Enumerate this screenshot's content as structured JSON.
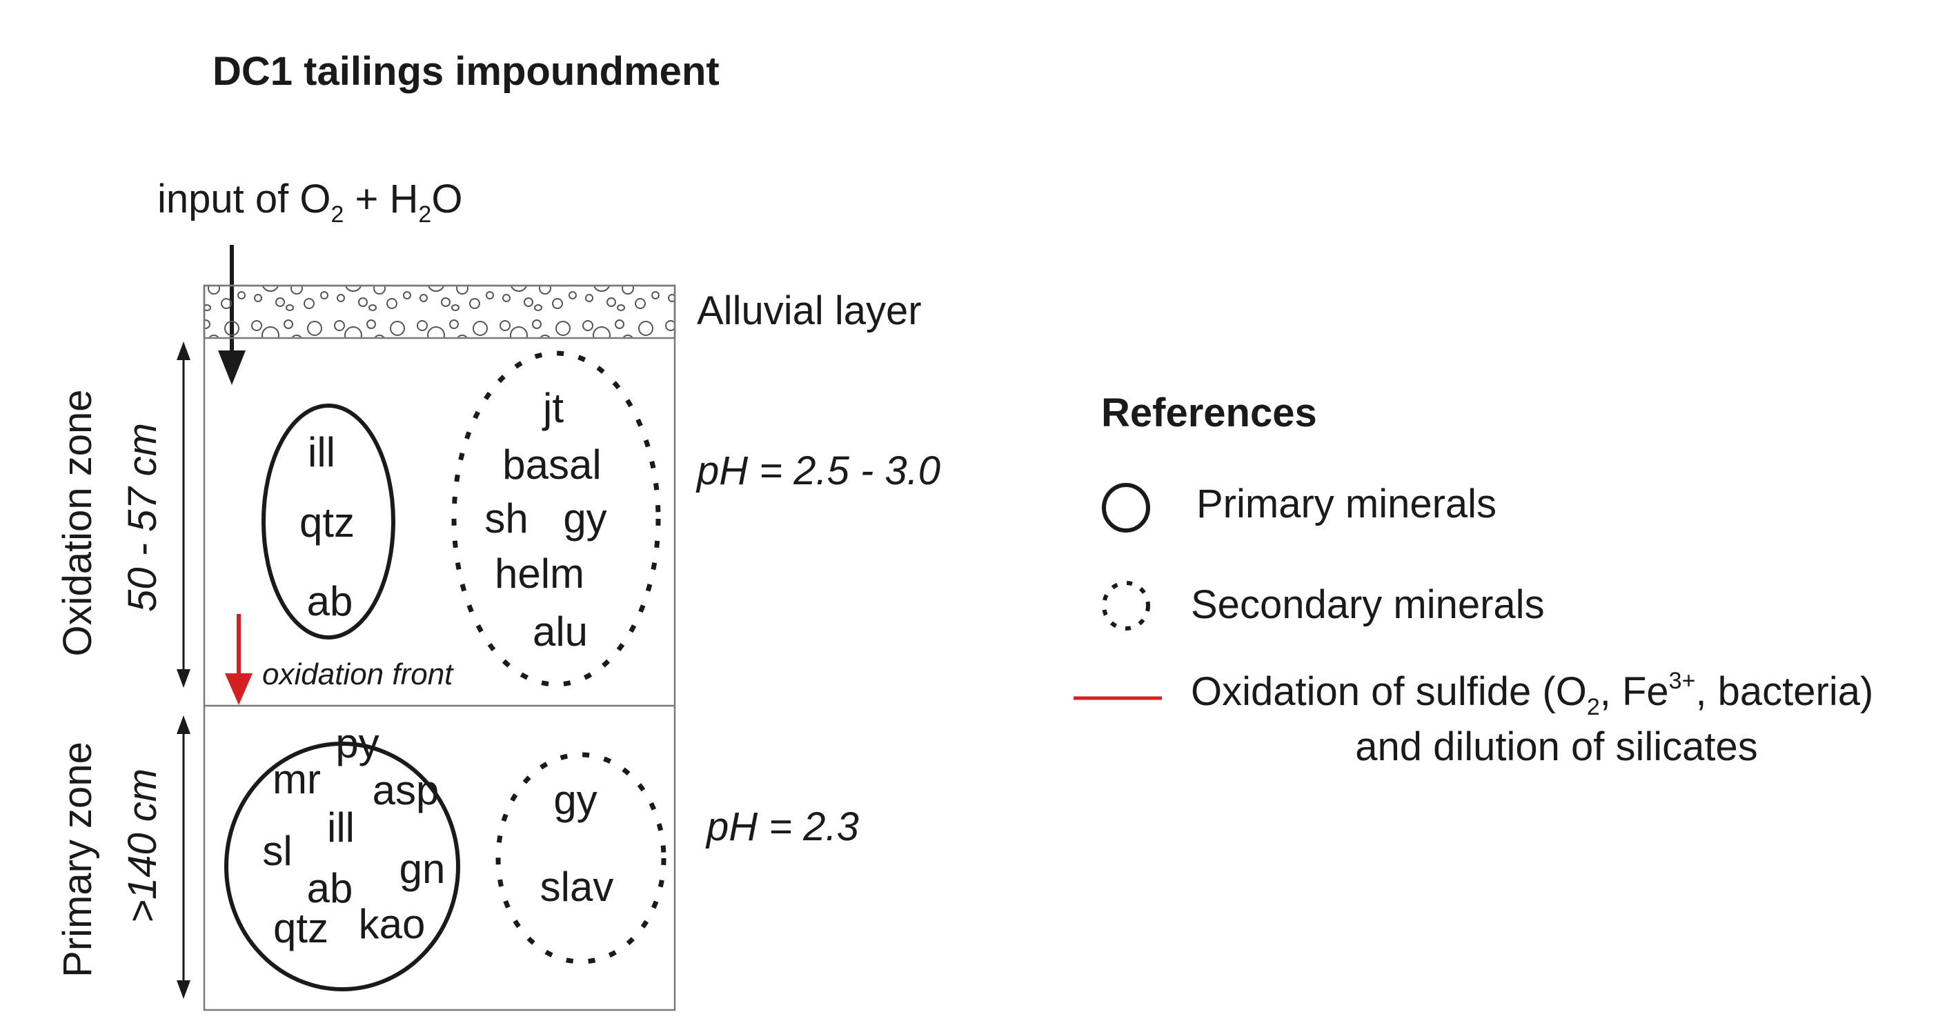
{
  "title": "DC1 tailings impoundment",
  "input": {
    "prefix": "input of O",
    "o_sub": "2",
    "middle": " + H",
    "h_sub": "2",
    "suffix": "O"
  },
  "alluvial_label": "Alluvial layer",
  "oxidation_zone": {
    "name": "Oxidation zone",
    "depth": "50 - 57 cm",
    "ph": "pH = 2.5 - 3.0",
    "front_label": "oxidation front",
    "primary_minerals": [
      "ill",
      "qtz",
      "ab"
    ],
    "secondary_minerals": [
      "jt",
      "basal",
      "sh",
      "gy",
      "helm",
      "alu"
    ]
  },
  "primary_zone": {
    "name": "Primary zone",
    "depth": ">140 cm",
    "ph": "pH = 2.3",
    "primary_minerals": [
      "py",
      "mr",
      "asp",
      "ill",
      "sl",
      "gn",
      "ab",
      "qtz",
      "kao"
    ],
    "secondary_minerals": [
      "gy",
      "slav"
    ]
  },
  "references": {
    "heading": "References",
    "primary": "Primary minerals",
    "secondary": "Secondary minerals",
    "oxidation_line1_prefix": "Oxidation of sulfide (O",
    "oxidation_line1_o_sub": "2",
    "oxidation_line1_middle": ", Fe",
    "oxidation_line1_fe_sup": "3+",
    "oxidation_line1_suffix": ", bacteria)",
    "oxidation_line2": "and dilution of silicates"
  },
  "colors": {
    "front_arrow": "#d42020",
    "stroke": "#1a1a1a",
    "box": "#7a7a7a"
  }
}
